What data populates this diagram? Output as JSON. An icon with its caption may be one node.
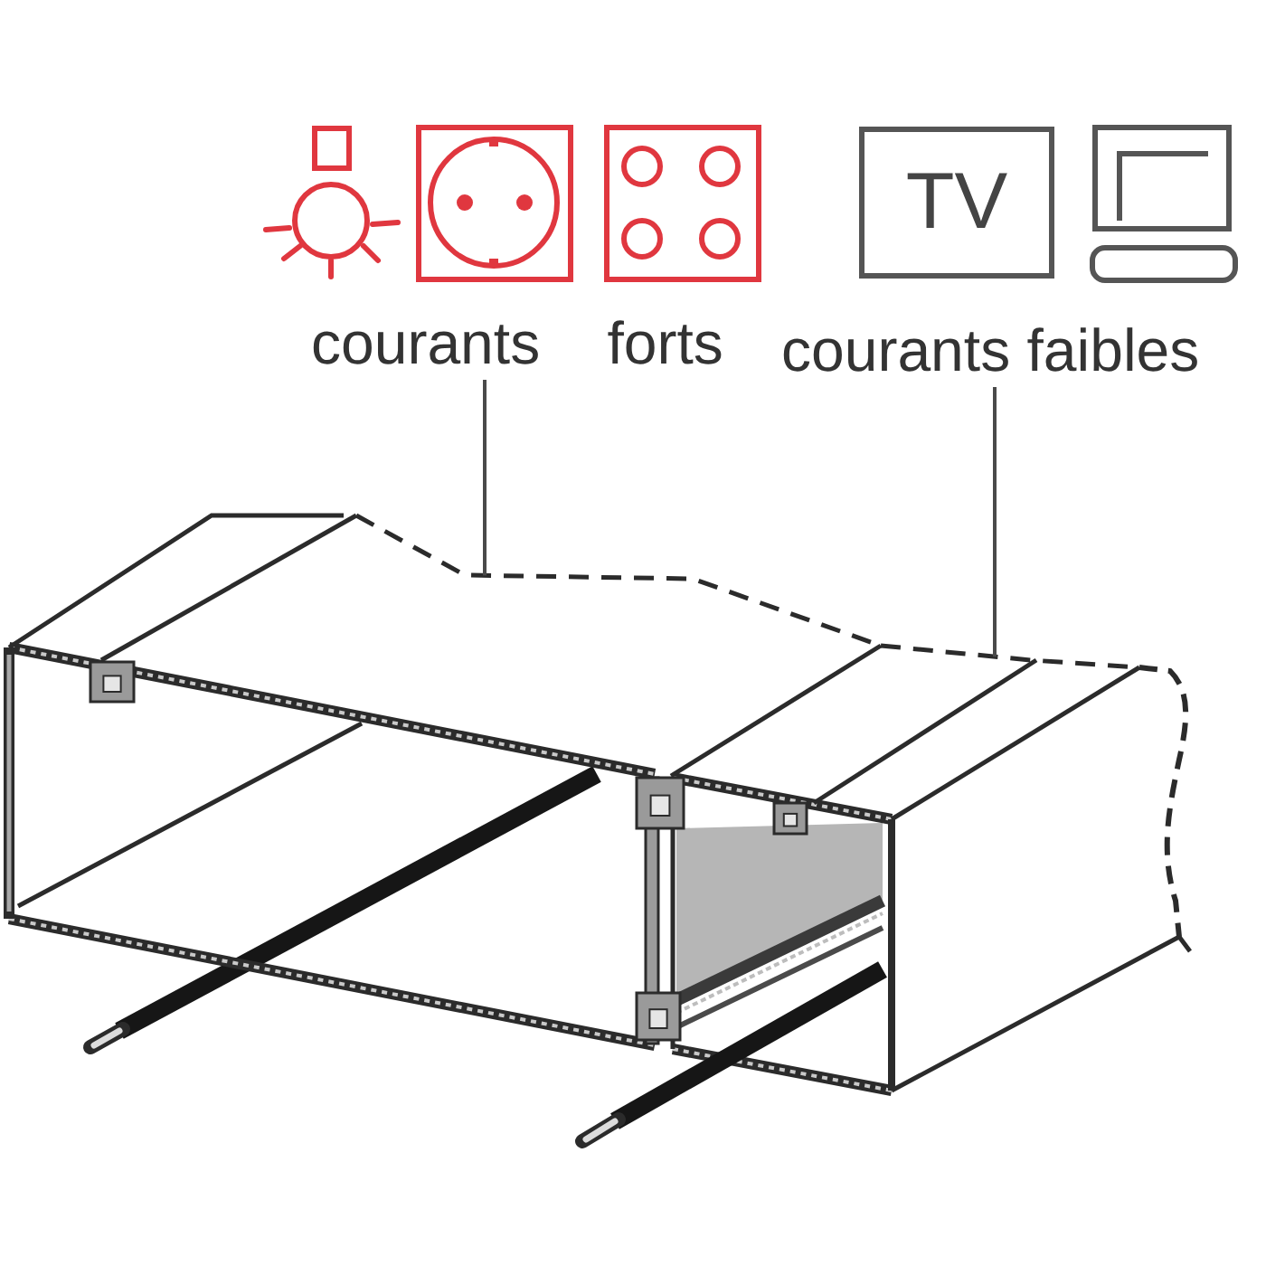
{
  "diagram": {
    "nodes": [
      {
        "text": [
          "TV"
        ]
      },
      {
        "text": [
          "courants forts"
        ]
      },
      {
        "text": [
          "courants faibles"
        ]
      },
      {
        "text": [],
        "shape": "box"
      },
      {
        "text": [],
        "shape": "box"
      }
    ],
    "edges": [
      {
        "from": 1,
        "to": 3,
        "arrow": "none"
      },
      {
        "from": 2,
        "to": 4,
        "arrow": "none"
      }
    ]
  }
}
